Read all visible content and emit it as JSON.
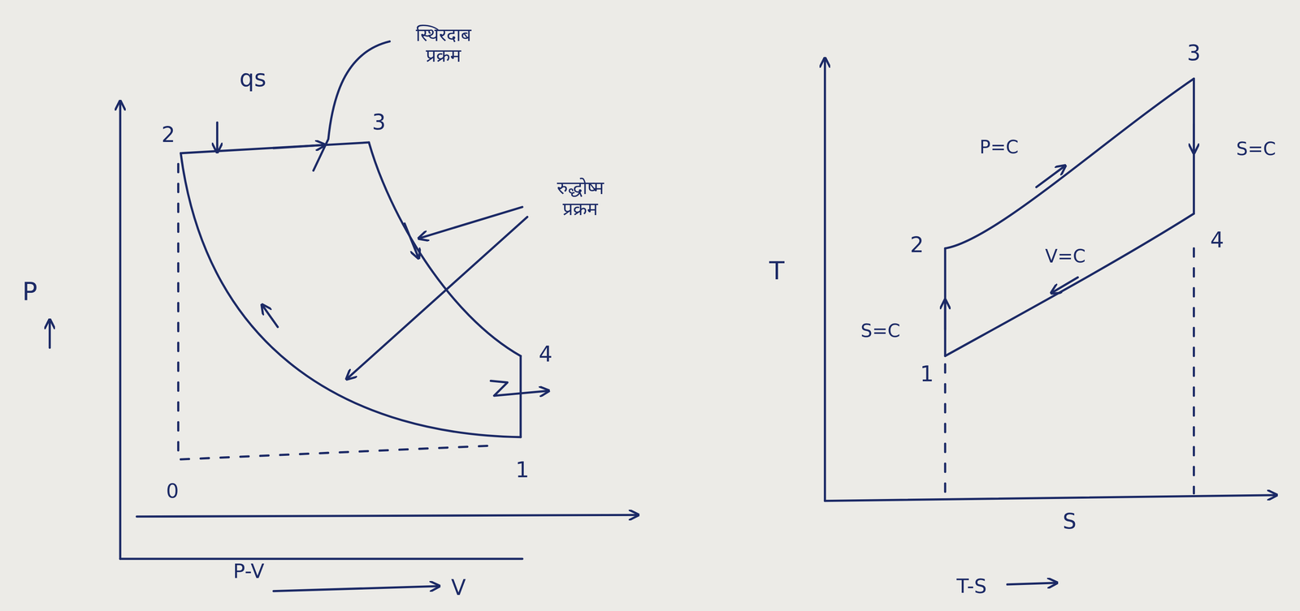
{
  "diagram": {
    "labels": [
      "qs",
      "स्थिरदाब प्रक्रम",
      "2",
      "3",
      "रुद्धोष्म प्रक्रम",
      "P",
      "4",
      "1",
      "0",
      "P-V",
      "V",
      "T",
      "3",
      "P=C",
      "S=C",
      "2",
      "V=C",
      "4",
      "S=C",
      "1",
      "S",
      "T-S"
    ]
  }
}
